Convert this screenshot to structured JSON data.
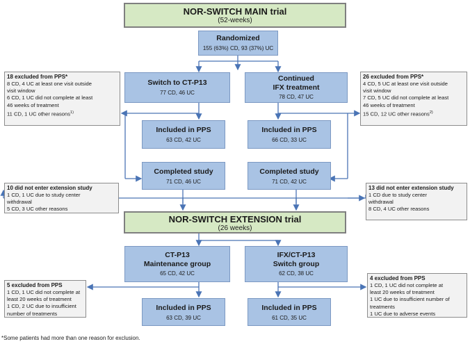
{
  "main_trial": {
    "title": "NOR-SWITCH MAIN trial",
    "subtitle": "(52-weeks)"
  },
  "randomized": {
    "title": "Randomized",
    "detail": "155 (63%) CD, 93 (37%) UC"
  },
  "switch_ct": {
    "title": "Switch to CT-P13",
    "detail": "77 CD, 46 UC"
  },
  "continued_ifx": {
    "title_line1": "Continued",
    "title_line2": "IFX treatment",
    "detail": "78 CD, 47 UC"
  },
  "excluded_left_main": {
    "title": "18 excluded from PPS*",
    "lines": [
      "8 CD, 4 UC at least one visit outside",
      "visit window",
      "6 CD, 1 UC did not complete at least",
      "46 weeks of treatment",
      "11 CD, 1 UC other reasons"
    ],
    "footnote": "1)"
  },
  "excluded_right_main": {
    "title": "26 excluded from PPS*",
    "lines": [
      "4 CD, 5 UC at least one visit outside",
      "visit window",
      "7 CD, 5 UC did not complete at least",
      "46 weeks of treatment",
      "15 CD, 12 UC other reasons"
    ],
    "footnote": "2)"
  },
  "pps_left_main": {
    "title": "Included in PPS",
    "detail": "63 CD, 42 UC"
  },
  "pps_right_main": {
    "title": "Included in  PPS",
    "detail": "66 CD, 33 UC"
  },
  "completed_left": {
    "title": "Completed study",
    "detail": "71 CD, 46 UC"
  },
  "completed_right": {
    "title": "Completed study",
    "detail": "71 CD, 42 UC"
  },
  "no_ext_left": {
    "title": "10 did not enter extension study",
    "lines": [
      "1 CD, 1 UC due to study center",
      "withdrawal",
      "5 CD, 3 UC other reasons"
    ]
  },
  "no_ext_right": {
    "title": "13 did not enter extension study",
    "lines": [
      "1 CD due to study center",
      "withdrawal",
      "8 CD, 4 UC other reasons"
    ]
  },
  "extension_trial": {
    "title": "NOR-SWITCH  EXTENSION trial",
    "subtitle": "(26 weeks)"
  },
  "ct_maint": {
    "title_line1": "CT-P13",
    "title_line2": "Maintenance group",
    "detail": "65 CD, 42 UC"
  },
  "ifx_switch": {
    "title_line1": "IFX/CT-P13",
    "title_line2": "Switch group",
    "detail": "62 CD, 38 UC"
  },
  "excluded_left_ext": {
    "title": "5 excluded from PPS",
    "lines": [
      "1 CD, 1 UC did not complete at",
      "least 20 weeks of  treatment",
      "1 CD, 2 UC  due to insufficient",
      "number of treatments"
    ]
  },
  "excluded_right_ext": {
    "title": "4 excluded from PPS",
    "lines": [
      "1 CD, 1 UC did not complete at",
      "least 20 weeks of  treatment",
      "1 UC due to insufficient number of",
      "treatments",
      "1 UC due to adverse events"
    ]
  },
  "pps_left_ext": {
    "title": "Included in PPS",
    "detail": "63 CD, 39 UC"
  },
  "pps_right_ext": {
    "title": "Included in PPS",
    "detail": "61 CD, 35 UC"
  },
  "footer_note": "*Some patients had more than one reason for exclusion.",
  "colors": {
    "main_fill": "#d6e9c4",
    "box_fill": "#a9c3e4",
    "side_fill": "#f2f2f2",
    "arrow": "#4a74b5"
  }
}
